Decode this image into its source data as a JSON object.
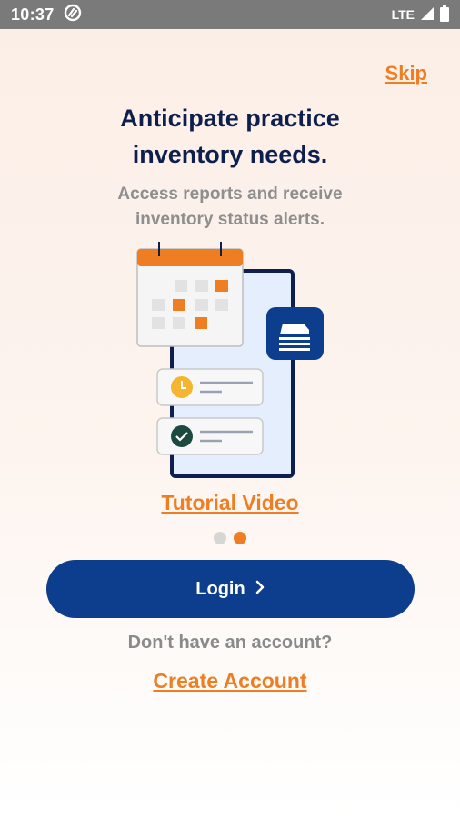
{
  "status_bar": {
    "time": "10:37",
    "network": "LTE"
  },
  "skip_label": "Skip",
  "onboarding": {
    "title_line1": "Anticipate practice",
    "title_line2": "inventory needs.",
    "subtitle_line1": "Access reports and receive",
    "subtitle_line2": "inventory status alerts.",
    "tutorial_label": "Tutorial Video",
    "pages": 2,
    "active_page": 2
  },
  "login_label": "Login",
  "no_account_text": "Don't have an account?",
  "create_account_label": "Create Account",
  "colors": {
    "primary": "#0d3e8e",
    "accent": "#ef7d22",
    "title": "#0f1f4d"
  }
}
